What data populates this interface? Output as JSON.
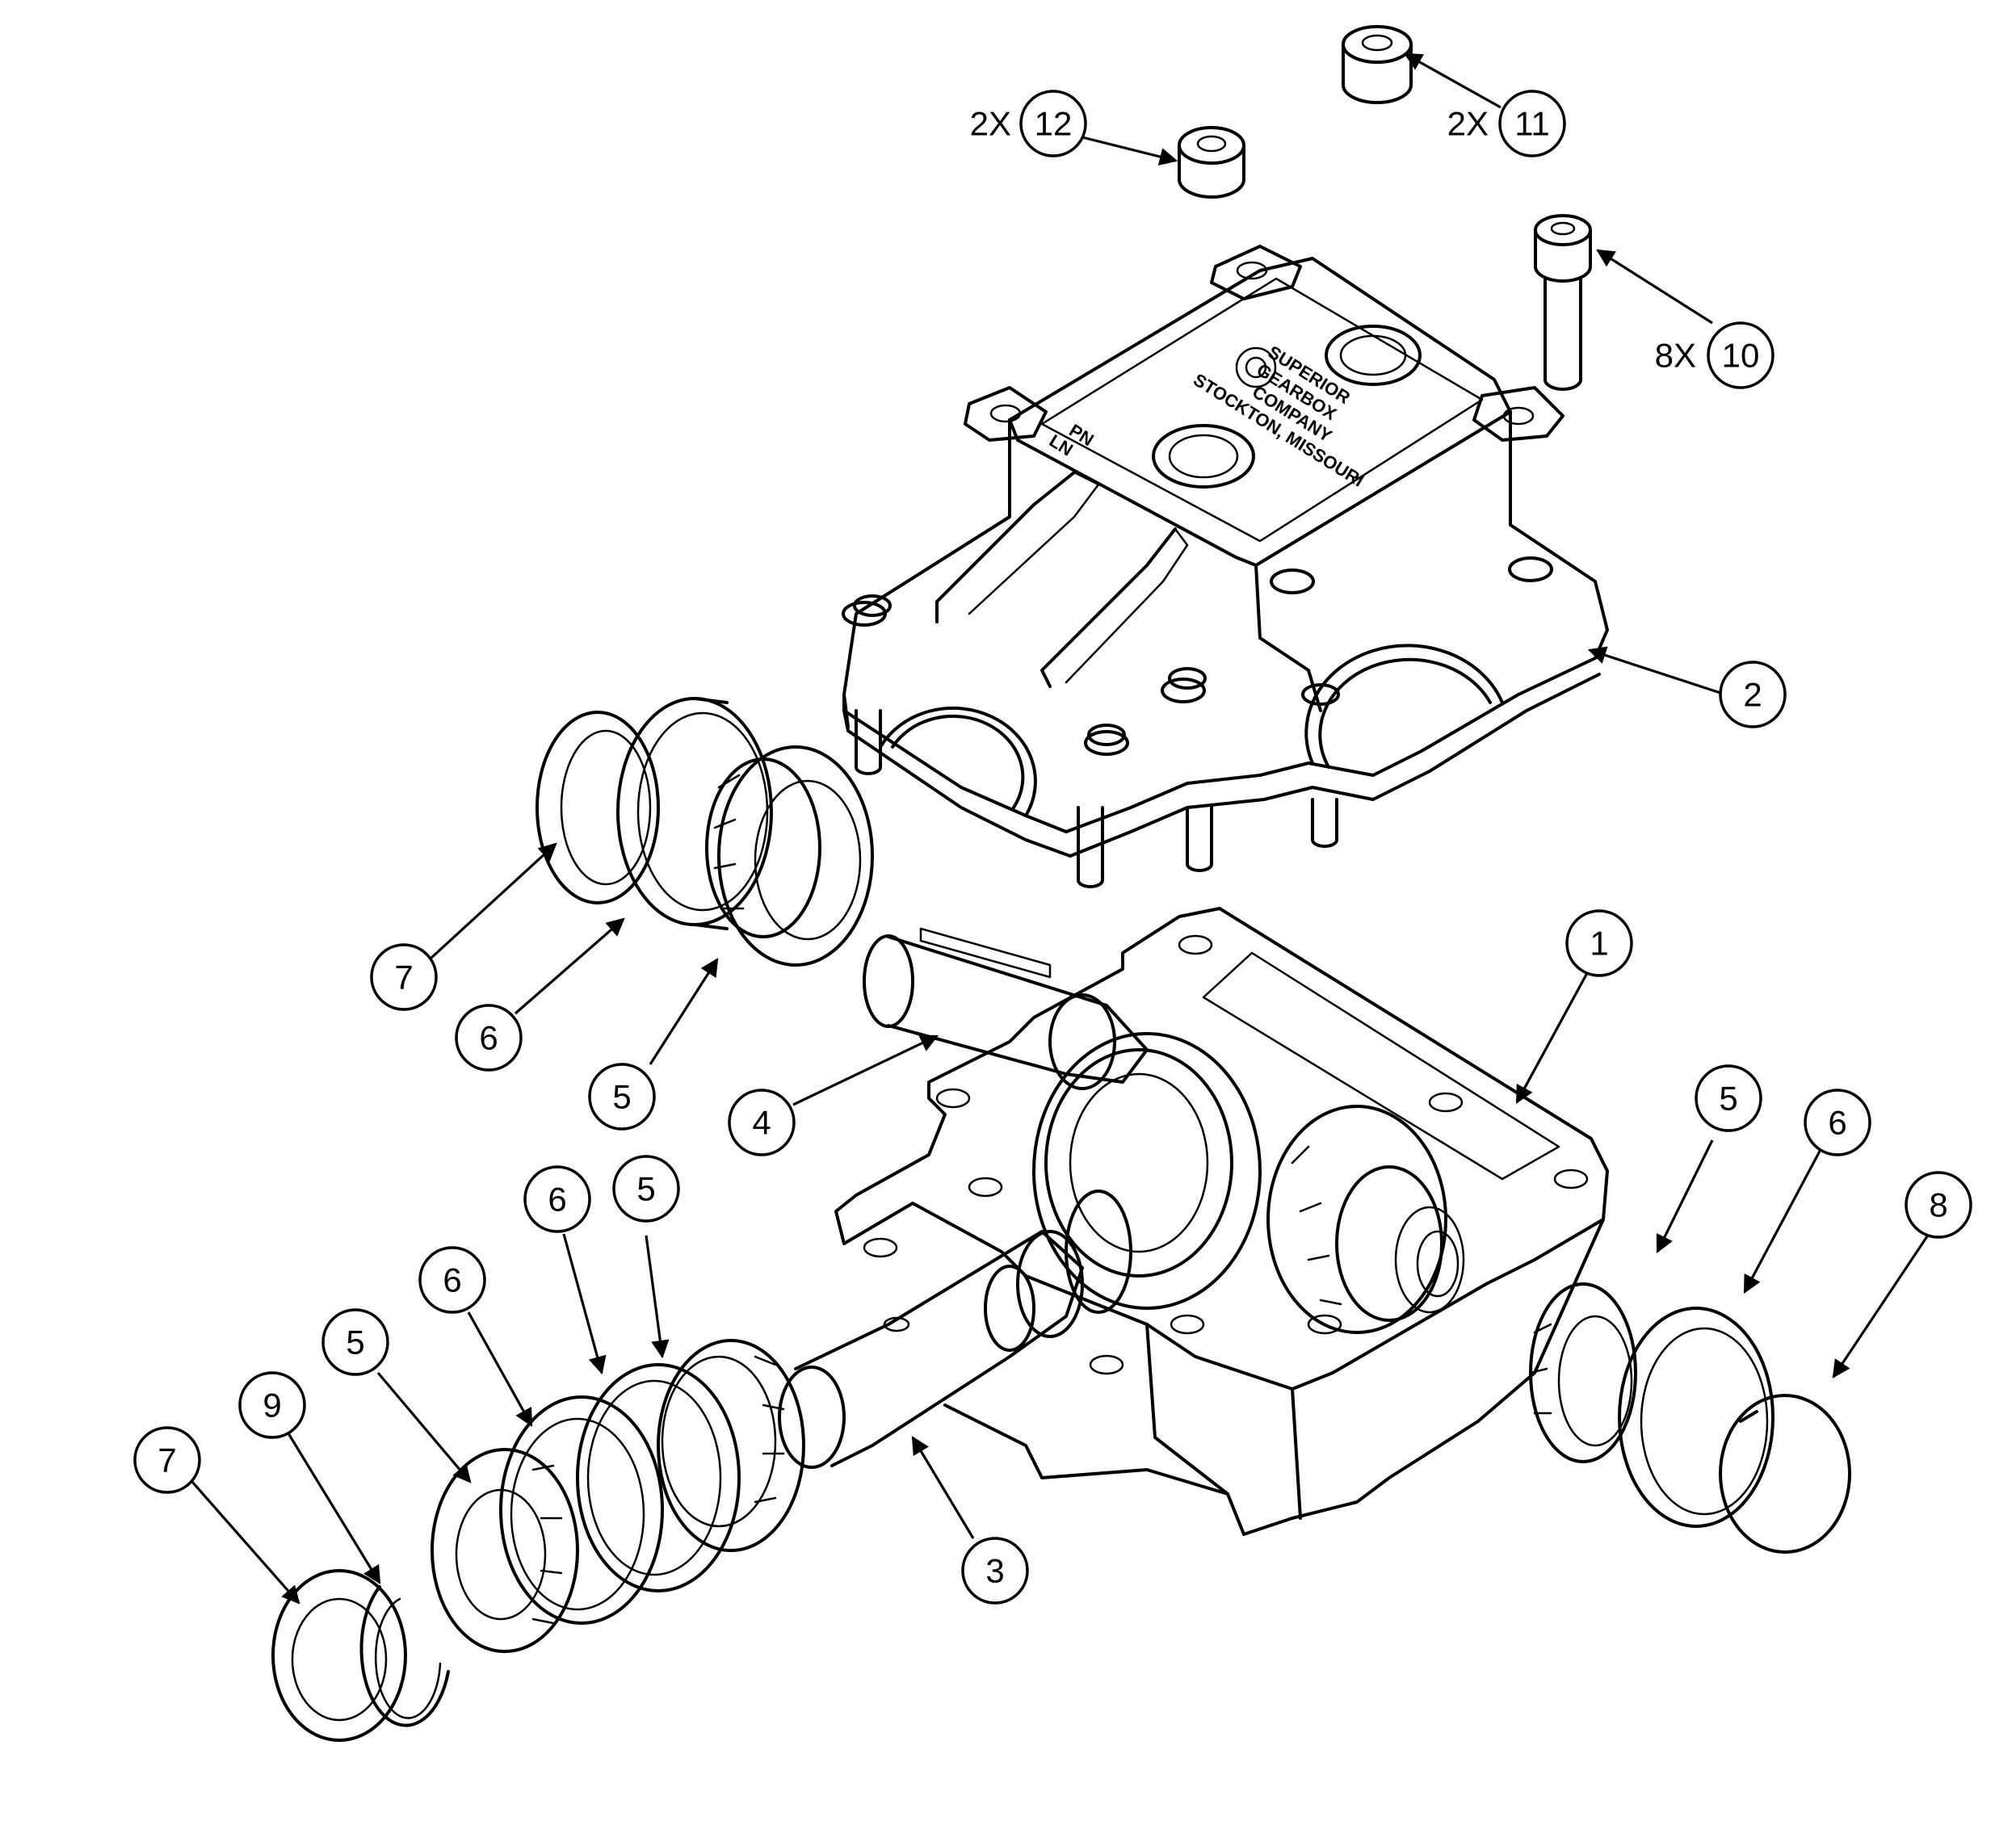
{
  "cover_text": {
    "line1": "SUPERIOR",
    "line2": "GEARBOX",
    "line3": "COMPANY",
    "line4": "STOCKTON, MISSOURI",
    "pn": "PN",
    "ln": "LN"
  },
  "callouts": [
    {
      "id": "c1",
      "number": "1",
      "qty": ""
    },
    {
      "id": "c2",
      "number": "2",
      "qty": ""
    },
    {
      "id": "c3",
      "number": "3",
      "qty": ""
    },
    {
      "id": "c4",
      "number": "4",
      "qty": ""
    },
    {
      "id": "c5a",
      "number": "5",
      "qty": ""
    },
    {
      "id": "c5b",
      "number": "5",
      "qty": ""
    },
    {
      "id": "c5c",
      "number": "5",
      "qty": ""
    },
    {
      "id": "c5d",
      "number": "5",
      "qty": ""
    },
    {
      "id": "c6a",
      "number": "6",
      "qty": ""
    },
    {
      "id": "c6b",
      "number": "6",
      "qty": ""
    },
    {
      "id": "c6c",
      "number": "6",
      "qty": ""
    },
    {
      "id": "c6d",
      "number": "6",
      "qty": ""
    },
    {
      "id": "c7a",
      "number": "7",
      "qty": ""
    },
    {
      "id": "c7b",
      "number": "7",
      "qty": ""
    },
    {
      "id": "c8",
      "number": "8",
      "qty": ""
    },
    {
      "id": "c9",
      "number": "9",
      "qty": ""
    },
    {
      "id": "c10",
      "number": "10",
      "qty": "8X"
    },
    {
      "id": "c11",
      "number": "11",
      "qty": "2X"
    },
    {
      "id": "c12",
      "number": "12",
      "qty": "2X"
    }
  ]
}
